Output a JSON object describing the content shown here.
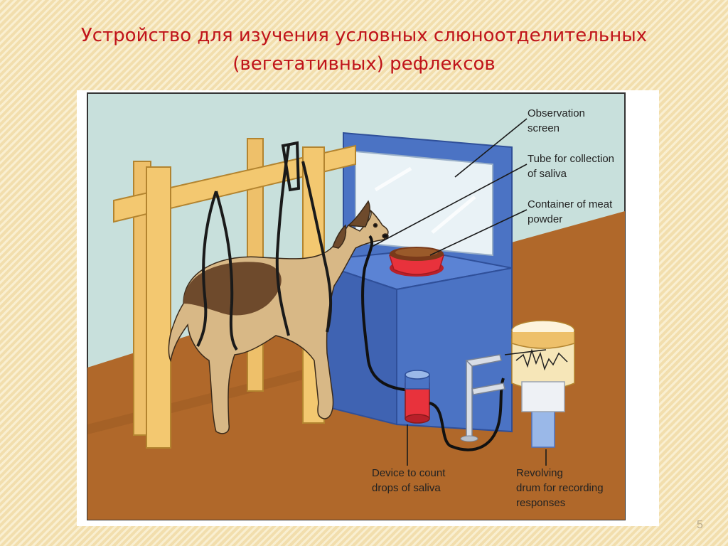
{
  "slide": {
    "title_line1": "Устройство для изучения условных слюноотделительных",
    "title_line2": "(вегетативных) рефлексов",
    "page_number": "5"
  },
  "figure": {
    "labels": {
      "observation_screen": [
        "Observation",
        "screen"
      ],
      "tube": [
        "Tube for collection",
        "of saliva"
      ],
      "container": [
        "Container of meat",
        "powder"
      ],
      "counter": [
        "Device to count",
        "drops of saliva"
      ],
      "drum": [
        "Revolving",
        "drum for recording",
        "responses"
      ]
    },
    "colors": {
      "wall": "#c8e0dc",
      "floor": "#b0682a",
      "wood": "#eec06a",
      "cabinet": "#4b73c4",
      "bowl": "#e8323c",
      "title": "#c0141a"
    }
  }
}
